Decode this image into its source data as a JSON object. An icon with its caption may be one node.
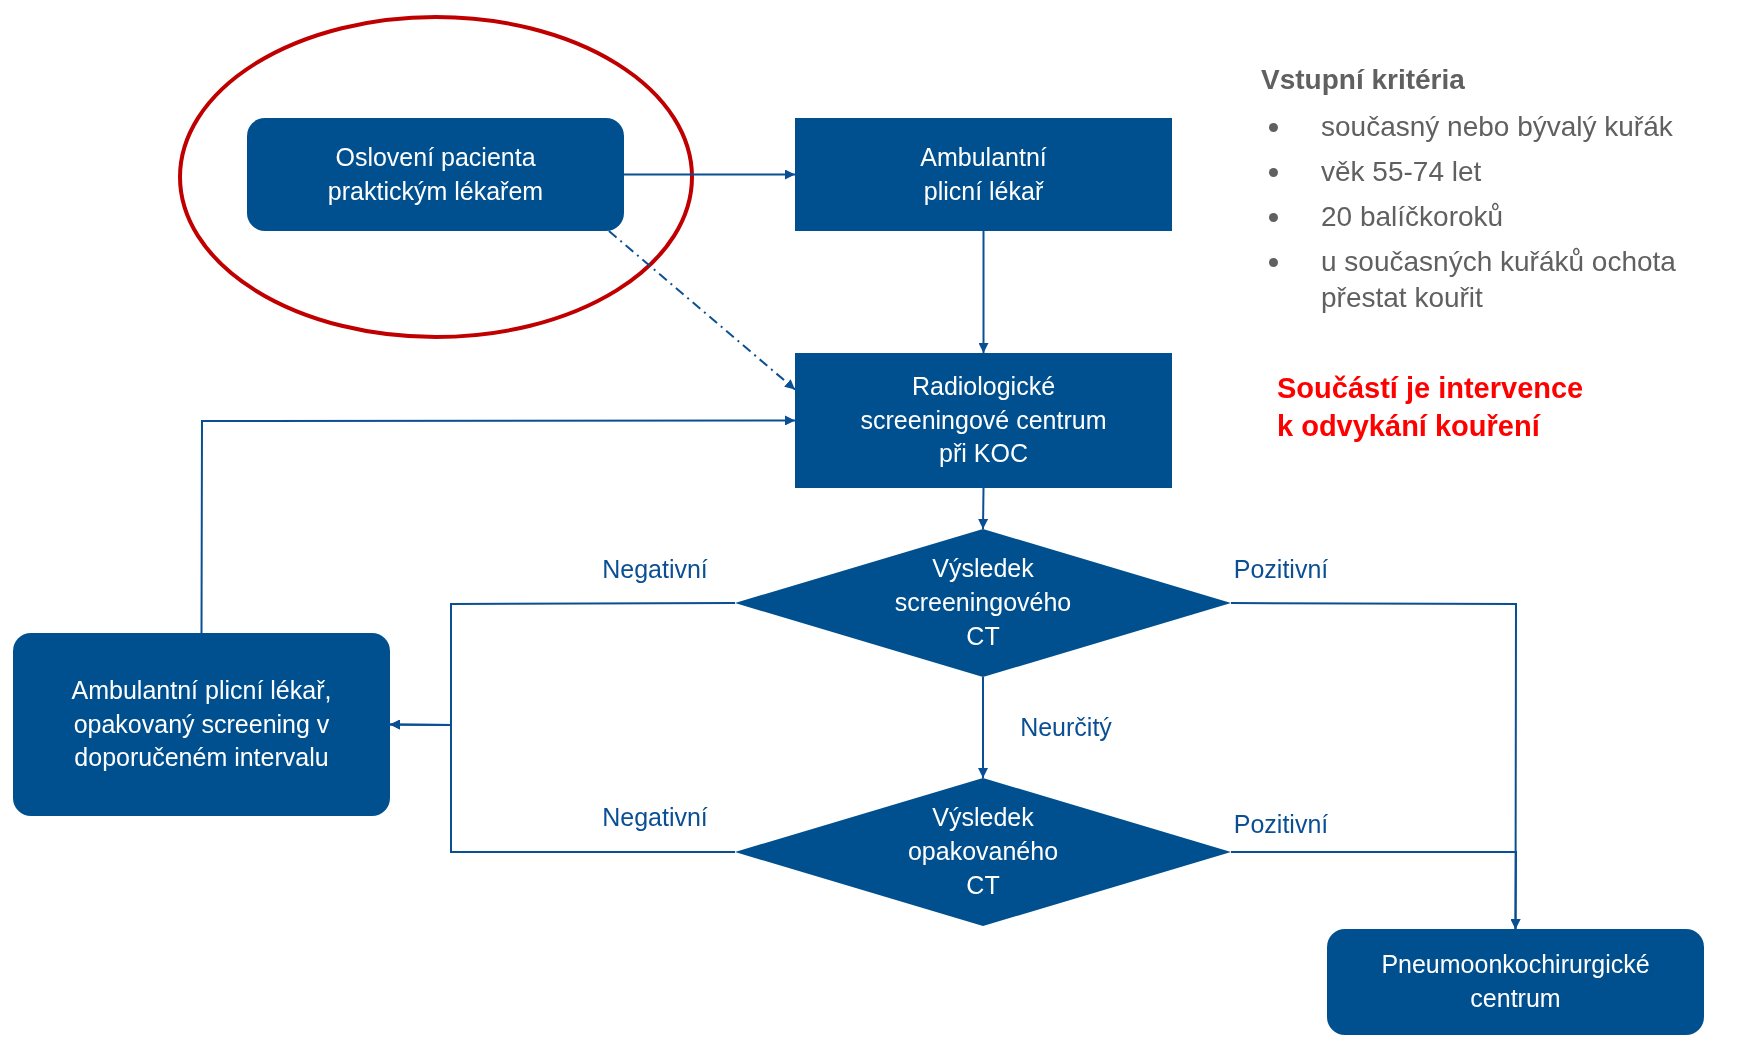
{
  "diagram": {
    "nodes": [
      {
        "text": [
          "Oslovení pacienta praktickým lékařem"
        ]
      },
      {
        "text": [
          "Ambulantní plicní lékař"
        ]
      },
      {
        "text": [
          "Radiologické screeningové centrum při KOC"
        ]
      },
      {
        "text": [
          "Výsledek screeningového CT"
        ]
      },
      {
        "text": [
          "Výsledek opakovaného CT"
        ]
      },
      {
        "text": [
          "Ambulantní plicní lékař, opakovaný screening v doporučeném intervalu"
        ]
      },
      {
        "text": [
          "Pneumoonkochirurgické centrum"
        ]
      }
    ],
    "edges": [
      {
        "from": 0,
        "to": 1,
        "arrow": "to"
      },
      {
        "from": 0,
        "to": 2,
        "arrow": "to",
        "style": "dashed"
      },
      {
        "from": 1,
        "to": 2,
        "arrow": "to"
      },
      {
        "from": 2,
        "to": 3,
        "arrow": "to"
      },
      {
        "from": 3,
        "to": 5,
        "arrow": "to",
        "label": "Negativní"
      },
      {
        "from": 4,
        "to": 5,
        "arrow": "to",
        "label": "Negativní"
      },
      {
        "from": 3,
        "to": 6,
        "arrow": "to",
        "label": "Pozitivní"
      },
      {
        "from": 4,
        "to": 6,
        "arrow": "to",
        "label": "Pozitivní"
      },
      {
        "from": 3,
        "to": 4,
        "arrow": "to",
        "label": "Neurčitý"
      },
      {
        "from": 5,
        "to": 2,
        "arrow": "to"
      }
    ],
    "labels": [
      "Vstupní kritéria",
      "současný nebo bývalý kuřák",
      "věk 55-74 let",
      "20 balíčkoroků",
      "u současných kuřáků ochota přestat kouřit",
      "Součástí je intervence k odvykání kouření"
    ]
  }
}
